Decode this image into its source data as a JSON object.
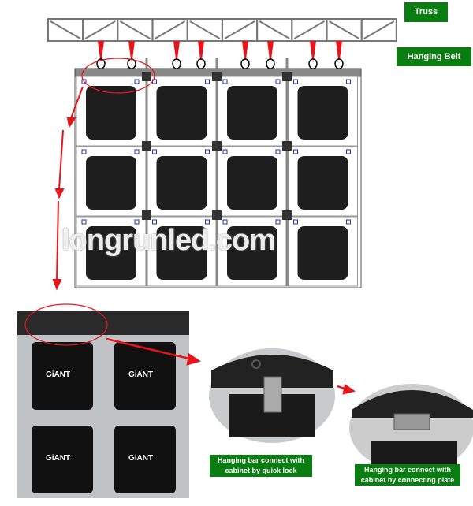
{
  "labels": {
    "truss": "Truss",
    "hanging_belt": "Hanging Belt",
    "quick_lock": "Hanging bar connect with cabinet by quick lock",
    "connecting_plate": "Hanging bar connect with cabinet by connecting plate"
  },
  "watermark": "longrunled.com",
  "cabinet_brand": "GiANT",
  "colors": {
    "label_bg": "#0a7d12",
    "belt": "#e8141b",
    "arrow": "#e8141b"
  }
}
